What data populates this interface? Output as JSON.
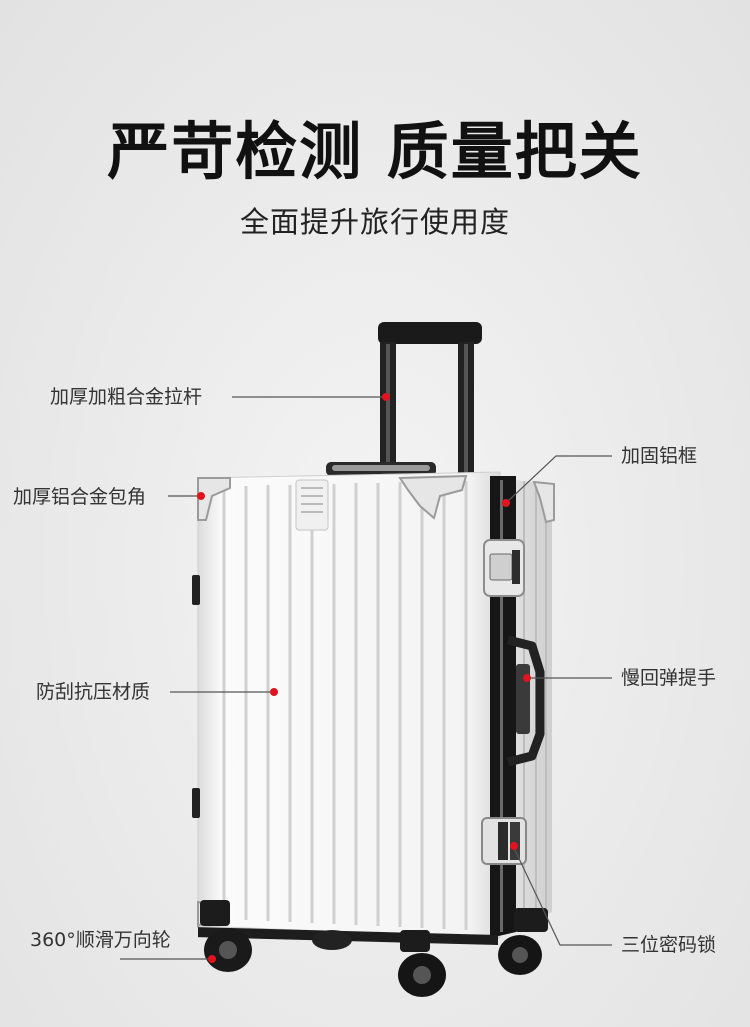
{
  "header": {
    "headline": "严苛检测  质量把关",
    "subline": "全面提升旅行使用度"
  },
  "callouts": {
    "handle": "加厚加粗合金拉杆",
    "corner": "加厚铝合金包角",
    "material": "防刮抗压材质",
    "wheels": "360°顺滑万向轮",
    "frame": "加固铝框",
    "side_handle": "慢回弹提手",
    "lock": "三位密码锁"
  },
  "colors": {
    "marker": "#e0141e",
    "shell": "#f7f7f7",
    "frame": "#161616",
    "line": "#555555"
  }
}
